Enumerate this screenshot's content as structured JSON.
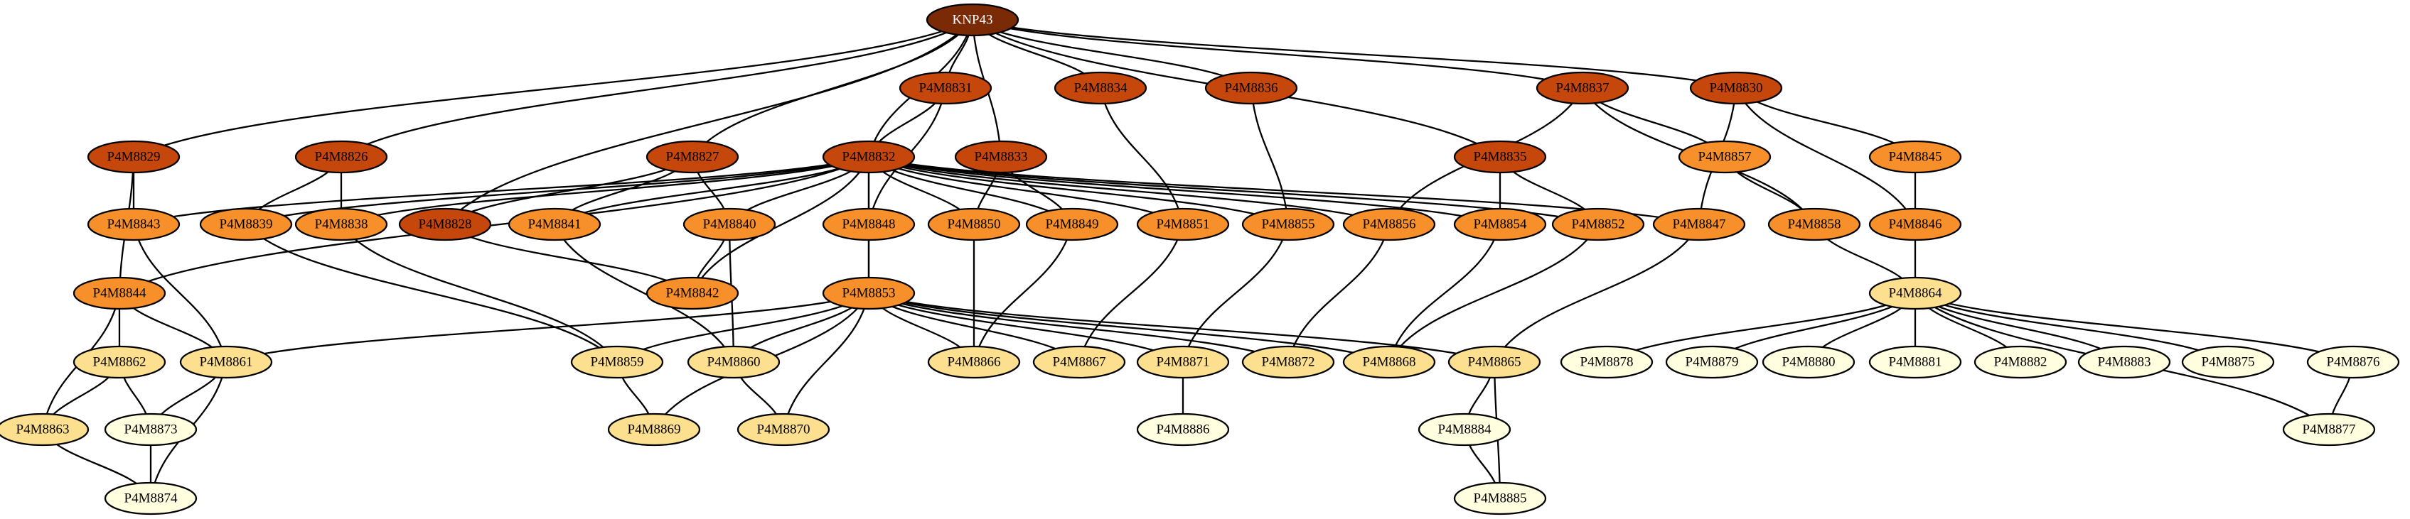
{
  "palette": {
    "darkest": "#7a2a04",
    "dark": "#c5470c",
    "mid": "#f7902a",
    "light": "#fde08f",
    "pale": "#ffffe0"
  },
  "nodes": [
    {
      "id": "KNP43",
      "label": "KNP43",
      "level": "darkest"
    },
    {
      "id": "P4M8831",
      "label": "P4M8831",
      "level": "dark"
    },
    {
      "id": "P4M8834",
      "label": "P4M8834",
      "level": "dark"
    },
    {
      "id": "P4M8836",
      "label": "P4M8836",
      "level": "dark"
    },
    {
      "id": "P4M8837",
      "label": "P4M8837",
      "level": "dark"
    },
    {
      "id": "P4M8830",
      "label": "P4M8830",
      "level": "dark"
    },
    {
      "id": "P4M8829",
      "label": "P4M8829",
      "level": "dark"
    },
    {
      "id": "P4M8826",
      "label": "P4M8826",
      "level": "dark"
    },
    {
      "id": "P4M8827",
      "label": "P4M8827",
      "level": "dark"
    },
    {
      "id": "P4M8832",
      "label": "P4M8832",
      "level": "dark"
    },
    {
      "id": "P4M8833",
      "label": "P4M8833",
      "level": "dark"
    },
    {
      "id": "P4M8835",
      "label": "P4M8835",
      "level": "dark"
    },
    {
      "id": "P4M8857",
      "label": "P4M8857",
      "level": "mid"
    },
    {
      "id": "P4M8845",
      "label": "P4M8845",
      "level": "mid"
    },
    {
      "id": "P4M8843",
      "label": "P4M8843",
      "level": "mid"
    },
    {
      "id": "P4M8839",
      "label": "P4M8839",
      "level": "mid"
    },
    {
      "id": "P4M8838",
      "label": "P4M8838",
      "level": "mid"
    },
    {
      "id": "P4M8828",
      "label": "P4M8828",
      "level": "dark"
    },
    {
      "id": "P4M8841",
      "label": "P4M8841",
      "level": "mid"
    },
    {
      "id": "P4M8840",
      "label": "P4M8840",
      "level": "mid"
    },
    {
      "id": "P4M8848",
      "label": "P4M8848",
      "level": "mid"
    },
    {
      "id": "P4M8850",
      "label": "P4M8850",
      "level": "mid"
    },
    {
      "id": "P4M8849",
      "label": "P4M8849",
      "level": "mid"
    },
    {
      "id": "P4M8851",
      "label": "P4M8851",
      "level": "mid"
    },
    {
      "id": "P4M8855",
      "label": "P4M8855",
      "level": "mid"
    },
    {
      "id": "P4M8856",
      "label": "P4M8856",
      "level": "mid"
    },
    {
      "id": "P4M8854",
      "label": "P4M8854",
      "level": "mid"
    },
    {
      "id": "P4M8852",
      "label": "P4M8852",
      "level": "mid"
    },
    {
      "id": "P4M8847",
      "label": "P4M8847",
      "level": "mid"
    },
    {
      "id": "P4M8858",
      "label": "P4M8858",
      "level": "mid"
    },
    {
      "id": "P4M8846",
      "label": "P4M8846",
      "level": "mid"
    },
    {
      "id": "P4M8844",
      "label": "P4M8844",
      "level": "mid"
    },
    {
      "id": "P4M8842",
      "label": "P4M8842",
      "level": "mid"
    },
    {
      "id": "P4M8853",
      "label": "P4M8853",
      "level": "mid"
    },
    {
      "id": "P4M8864",
      "label": "P4M8864",
      "level": "light"
    },
    {
      "id": "P4M8862",
      "label": "P4M8862",
      "level": "light"
    },
    {
      "id": "P4M8861",
      "label": "P4M8861",
      "level": "light"
    },
    {
      "id": "P4M8859",
      "label": "P4M8859",
      "level": "light"
    },
    {
      "id": "P4M8860",
      "label": "P4M8860",
      "level": "light"
    },
    {
      "id": "P4M8866",
      "label": "P4M8866",
      "level": "light"
    },
    {
      "id": "P4M8867",
      "label": "P4M8867",
      "level": "light"
    },
    {
      "id": "P4M8871",
      "label": "P4M8871",
      "level": "light"
    },
    {
      "id": "P4M8872",
      "label": "P4M8872",
      "level": "light"
    },
    {
      "id": "P4M8868",
      "label": "P4M8868",
      "level": "light"
    },
    {
      "id": "P4M8865",
      "label": "P4M8865",
      "level": "light"
    },
    {
      "id": "P4M8878",
      "label": "P4M8878",
      "level": "pale"
    },
    {
      "id": "P4M8879",
      "label": "P4M8879",
      "level": "pale"
    },
    {
      "id": "P4M8880",
      "label": "P4M8880",
      "level": "pale"
    },
    {
      "id": "P4M8881",
      "label": "P4M8881",
      "level": "pale"
    },
    {
      "id": "P4M8882",
      "label": "P4M8882",
      "level": "pale"
    },
    {
      "id": "P4M8883",
      "label": "P4M8883",
      "level": "pale"
    },
    {
      "id": "P4M8875",
      "label": "P4M8875",
      "level": "pale"
    },
    {
      "id": "P4M8876",
      "label": "P4M8876",
      "level": "pale"
    },
    {
      "id": "P4M8863",
      "label": "P4M8863",
      "level": "light"
    },
    {
      "id": "P4M8873",
      "label": "P4M8873",
      "level": "pale"
    },
    {
      "id": "P4M8869",
      "label": "P4M8869",
      "level": "light"
    },
    {
      "id": "P4M8870",
      "label": "P4M8870",
      "level": "light"
    },
    {
      "id": "P4M8886",
      "label": "P4M8886",
      "level": "pale"
    },
    {
      "id": "P4M8884",
      "label": "P4M8884",
      "level": "pale"
    },
    {
      "id": "P4M8877",
      "label": "P4M8877",
      "level": "pale"
    },
    {
      "id": "P4M8874",
      "label": "P4M8874",
      "level": "pale"
    },
    {
      "id": "P4M8885",
      "label": "P4M8885",
      "level": "pale"
    }
  ],
  "edges": [
    [
      "KNP43",
      "P4M8831"
    ],
    [
      "KNP43",
      "P4M8834"
    ],
    [
      "KNP43",
      "P4M8836"
    ],
    [
      "KNP43",
      "P4M8837"
    ],
    [
      "KNP43",
      "P4M8830"
    ],
    [
      "KNP43",
      "P4M8829"
    ],
    [
      "KNP43",
      "P4M8826"
    ],
    [
      "KNP43",
      "P4M8827"
    ],
    [
      "KNP43",
      "P4M8832"
    ],
    [
      "KNP43",
      "P4M8833"
    ],
    [
      "KNP43",
      "P4M8835"
    ],
    [
      "KNP43",
      "P4M8828"
    ],
    [
      "P4M8831",
      "P4M8832"
    ],
    [
      "P4M8831",
      "P4M8848"
    ],
    [
      "P4M8834",
      "P4M8851"
    ],
    [
      "P4M8836",
      "P4M8855"
    ],
    [
      "P4M8837",
      "P4M8857"
    ],
    [
      "P4M8837",
      "P4M8856"
    ],
    [
      "P4M8837",
      "P4M8858"
    ],
    [
      "P4M8830",
      "P4M8845"
    ],
    [
      "P4M8830",
      "P4M8847"
    ],
    [
      "P4M8830",
      "P4M8846"
    ],
    [
      "P4M8829",
      "P4M8843"
    ],
    [
      "P4M8829",
      "P4M8844"
    ],
    [
      "P4M8826",
      "P4M8839"
    ],
    [
      "P4M8826",
      "P4M8838"
    ],
    [
      "P4M8827",
      "P4M8828"
    ],
    [
      "P4M8827",
      "P4M8840"
    ],
    [
      "P4M8827",
      "P4M8841"
    ],
    [
      "P4M8833",
      "P4M8850"
    ],
    [
      "P4M8833",
      "P4M8849"
    ],
    [
      "P4M8835",
      "P4M8854"
    ],
    [
      "P4M8835",
      "P4M8852"
    ],
    [
      "P4M8832",
      "P4M8843"
    ],
    [
      "P4M8832",
      "P4M8839"
    ],
    [
      "P4M8832",
      "P4M8838"
    ],
    [
      "P4M8832",
      "P4M8841"
    ],
    [
      "P4M8832",
      "P4M8840"
    ],
    [
      "P4M8832",
      "P4M8848"
    ],
    [
      "P4M8832",
      "P4M8850"
    ],
    [
      "P4M8832",
      "P4M8849"
    ],
    [
      "P4M8832",
      "P4M8851"
    ],
    [
      "P4M8832",
      "P4M8855"
    ],
    [
      "P4M8832",
      "P4M8856"
    ],
    [
      "P4M8832",
      "P4M8854"
    ],
    [
      "P4M8832",
      "P4M8852"
    ],
    [
      "P4M8832",
      "P4M8847"
    ],
    [
      "P4M8832",
      "P4M8844"
    ],
    [
      "P4M8832",
      "P4M8842"
    ],
    [
      "P4M8832",
      "P4M8853"
    ],
    [
      "P4M8857",
      "P4M8858"
    ],
    [
      "P4M8845",
      "P4M8846"
    ],
    [
      "P4M8858",
      "P4M8864"
    ],
    [
      "P4M8846",
      "P4M8864"
    ],
    [
      "P4M8843",
      "P4M8861"
    ],
    [
      "P4M8839",
      "P4M8859"
    ],
    [
      "P4M8838",
      "P4M8859"
    ],
    [
      "P4M8828",
      "P4M8842"
    ],
    [
      "P4M8841",
      "P4M8860"
    ],
    [
      "P4M8840",
      "P4M8842"
    ],
    [
      "P4M8840",
      "P4M8860"
    ],
    [
      "P4M8848",
      "P4M8853"
    ],
    [
      "P4M8850",
      "P4M8866"
    ],
    [
      "P4M8849",
      "P4M8866"
    ],
    [
      "P4M8851",
      "P4M8867"
    ],
    [
      "P4M8855",
      "P4M8871"
    ],
    [
      "P4M8856",
      "P4M8872"
    ],
    [
      "P4M8854",
      "P4M8868"
    ],
    [
      "P4M8852",
      "P4M8868"
    ],
    [
      "P4M8847",
      "P4M8865"
    ],
    [
      "P4M8844",
      "P4M8862"
    ],
    [
      "P4M8844",
      "P4M8861"
    ],
    [
      "P4M8844",
      "P4M8863"
    ],
    [
      "P4M8853",
      "P4M8861"
    ],
    [
      "P4M8853",
      "P4M8859"
    ],
    [
      "P4M8853",
      "P4M8860"
    ],
    [
      "P4M8853",
      "P4M8866"
    ],
    [
      "P4M8853",
      "P4M8867"
    ],
    [
      "P4M8853",
      "P4M8871"
    ],
    [
      "P4M8853",
      "P4M8872"
    ],
    [
      "P4M8853",
      "P4M8868"
    ],
    [
      "P4M8853",
      "P4M8865"
    ],
    [
      "P4M8853",
      "P4M8869"
    ],
    [
      "P4M8853",
      "P4M8870"
    ],
    [
      "P4M8864",
      "P4M8878"
    ],
    [
      "P4M8864",
      "P4M8879"
    ],
    [
      "P4M8864",
      "P4M8880"
    ],
    [
      "P4M8864",
      "P4M8881"
    ],
    [
      "P4M8864",
      "P4M8882"
    ],
    [
      "P4M8864",
      "P4M8883"
    ],
    [
      "P4M8864",
      "P4M8875"
    ],
    [
      "P4M8864",
      "P4M8876"
    ],
    [
      "P4M8864",
      "P4M8877"
    ],
    [
      "P4M8862",
      "P4M8863"
    ],
    [
      "P4M8862",
      "P4M8873"
    ],
    [
      "P4M8861",
      "P4M8873"
    ],
    [
      "P4M8861",
      "P4M8874"
    ],
    [
      "P4M8859",
      "P4M8869"
    ],
    [
      "P4M8860",
      "P4M8870"
    ],
    [
      "P4M8871",
      "P4M8886"
    ],
    [
      "P4M8865",
      "P4M8884"
    ],
    [
      "P4M8865",
      "P4M8885"
    ],
    [
      "P4M8863",
      "P4M8874"
    ],
    [
      "P4M8873",
      "P4M8874"
    ],
    [
      "P4M8884",
      "P4M8885"
    ],
    [
      "P4M8876",
      "P4M8877"
    ]
  ]
}
